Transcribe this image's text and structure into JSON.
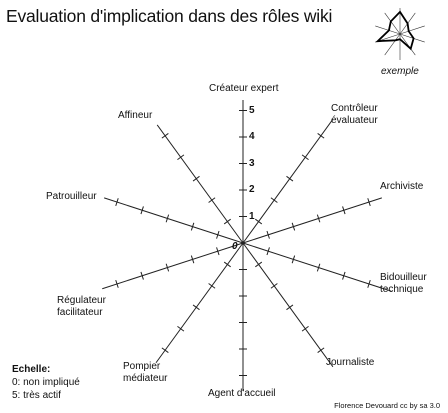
{
  "title": "Evaluation d'implication dans des rôles wiki",
  "example_label": "exemple",
  "chart_data": {
    "type": "radar",
    "axes": [
      "Créateur expert",
      "Contrôleur\névaluateur",
      "Archiviste",
      "Bidouilleur\ntechnique",
      "Journaliste",
      "Agent d'accueil",
      "Pompier\nmédiateur",
      "Régulateur\nfacilitateur",
      "Patrouilleur",
      "Affineur"
    ],
    "scale": {
      "min": 0,
      "max": 5,
      "tick_labels": [
        "1",
        "2",
        "3",
        "4",
        "5"
      ],
      "zero_label": "0"
    },
    "grid": false
  },
  "legend": {
    "title": "Echelle:",
    "items": [
      "0: non impliqué",
      "5: très actif"
    ]
  },
  "credit": "Florence Devouard cc by sa 3.0"
}
